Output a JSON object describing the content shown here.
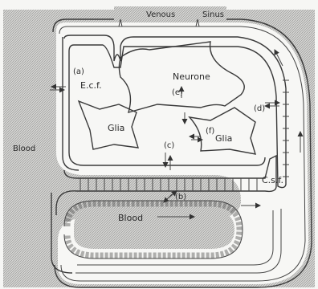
{
  "labels": {
    "venous": "Venous",
    "sinus": "Sinus",
    "neurone": "Neurone",
    "glia_left": "Glia",
    "glia_right": "Glia",
    "blood_left": "Blood",
    "blood_center": "Blood",
    "ecf": "E.c.f.",
    "csf": "C.s.f.",
    "a": "(a)",
    "b": "(b)",
    "c": "(c)",
    "d": "(d)",
    "e": "(e)",
    "f": "(f)"
  },
  "colors": {
    "hatch_bg": "#cfcfcd",
    "hatch_line": "#9a9a98",
    "paper": "#f6f6f4",
    "line": "#3a3a3a"
  }
}
